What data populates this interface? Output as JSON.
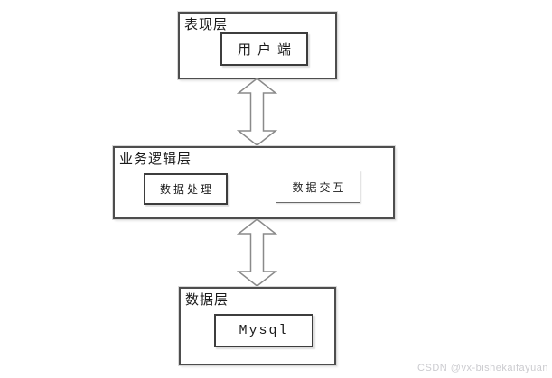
{
  "diagram": {
    "layers": [
      {
        "label": "表现层",
        "nodes": [
          {
            "label": "用户端"
          }
        ]
      },
      {
        "label": "业务逻辑层",
        "nodes": [
          {
            "label": "数据处理"
          },
          {
            "label": "数据交互"
          }
        ]
      },
      {
        "label": "数据层",
        "nodes": [
          {
            "label": "Mysql"
          }
        ]
      }
    ],
    "arrows": [
      {
        "name": "presentation-to-business",
        "type": "double-headed-vertical"
      },
      {
        "name": "business-to-data",
        "type": "double-headed-vertical"
      }
    ]
  },
  "watermark": {
    "text": "CSDN @vx-bishekaifayuan"
  },
  "colors": {
    "layer_border": "#4d4d4d",
    "node_border": "#3d3d3d",
    "node_border_light": "#6a6a6a",
    "arrow_stroke": "#8a8a8a",
    "arrow_fill": "#ffffff",
    "watermark": "#cbcbcf",
    "text": "#1a1a1a"
  }
}
